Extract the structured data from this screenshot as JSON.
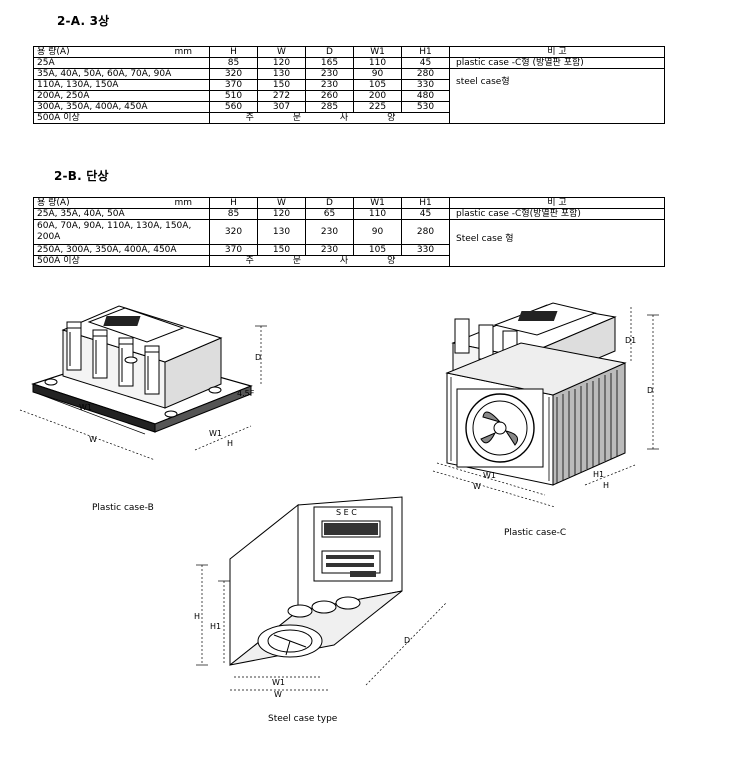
{
  "section_a": {
    "title": "2-A. 3상",
    "header": {
      "capacity": "용 량(A)",
      "unit": "mm",
      "cols": [
        "H",
        "W",
        "D",
        "W1",
        "H1"
      ],
      "note": "비 고"
    },
    "rows": [
      {
        "cap": "25A",
        "vals": [
          "85",
          "120",
          "165",
          "110",
          "45"
        ],
        "note": "plastic case -C형 (방열판 포함)"
      },
      {
        "cap": "35A, 40A, 50A, 60A, 70A, 90A",
        "vals": [
          "320",
          "130",
          "230",
          "90",
          "280"
        ],
        "note": "steel case형"
      },
      {
        "cap": "110A, 130A, 150A",
        "vals": [
          "370",
          "150",
          "230",
          "105",
          "330"
        ]
      },
      {
        "cap": "200A, 250A",
        "vals": [
          "510",
          "272",
          "260",
          "200",
          "480"
        ]
      },
      {
        "cap": "300A, 350A, 400A, 450A",
        "vals": [
          "560",
          "307",
          "285",
          "225",
          "530"
        ]
      }
    ],
    "last": {
      "cap": "500A 이상",
      "text": "주 문 사 양"
    }
  },
  "section_b": {
    "title": "2-B. 단상",
    "header": {
      "capacity": "용 량(A)",
      "unit": "mm",
      "cols": [
        "H",
        "W",
        "D",
        "W1",
        "H1"
      ],
      "note": "비 고"
    },
    "rows": [
      {
        "cap": "25A, 35A, 40A, 50A",
        "vals": [
          "85",
          "120",
          "65",
          "110",
          "45"
        ],
        "note": "plastic case -C형(방열판 포함)"
      },
      {
        "cap": "60A, 70A, 90A, 110A, 130A, 150A, 200A",
        "vals": [
          "320",
          "130",
          "230",
          "90",
          "280"
        ],
        "note": "Steel case 형"
      },
      {
        "cap": "250A, 300A, 350A, 400A, 450A",
        "vals": [
          "370",
          "150",
          "230",
          "105",
          "330"
        ]
      }
    ],
    "last": {
      "cap": "500A 이상",
      "text": "주 문 사 양"
    }
  },
  "figures": {
    "plastic_b": {
      "caption": "Plastic case-B",
      "labels": {
        "d": "D",
        "w1": "W1",
        "w": "W",
        "h": "H",
        "wd": "W1",
        "screw": "4.5F"
      }
    },
    "plastic_c": {
      "caption": "Plastic case-C",
      "labels": {
        "d1": "D1",
        "d": "D",
        "w1": "W1",
        "w": "W",
        "h1": "H1",
        "h": "H"
      }
    },
    "steel": {
      "caption": "Steel case type",
      "labels": {
        "brand": "S E C",
        "h": "H",
        "h1": "H1",
        "d": "D",
        "w1": "W1",
        "w": "W"
      }
    }
  }
}
